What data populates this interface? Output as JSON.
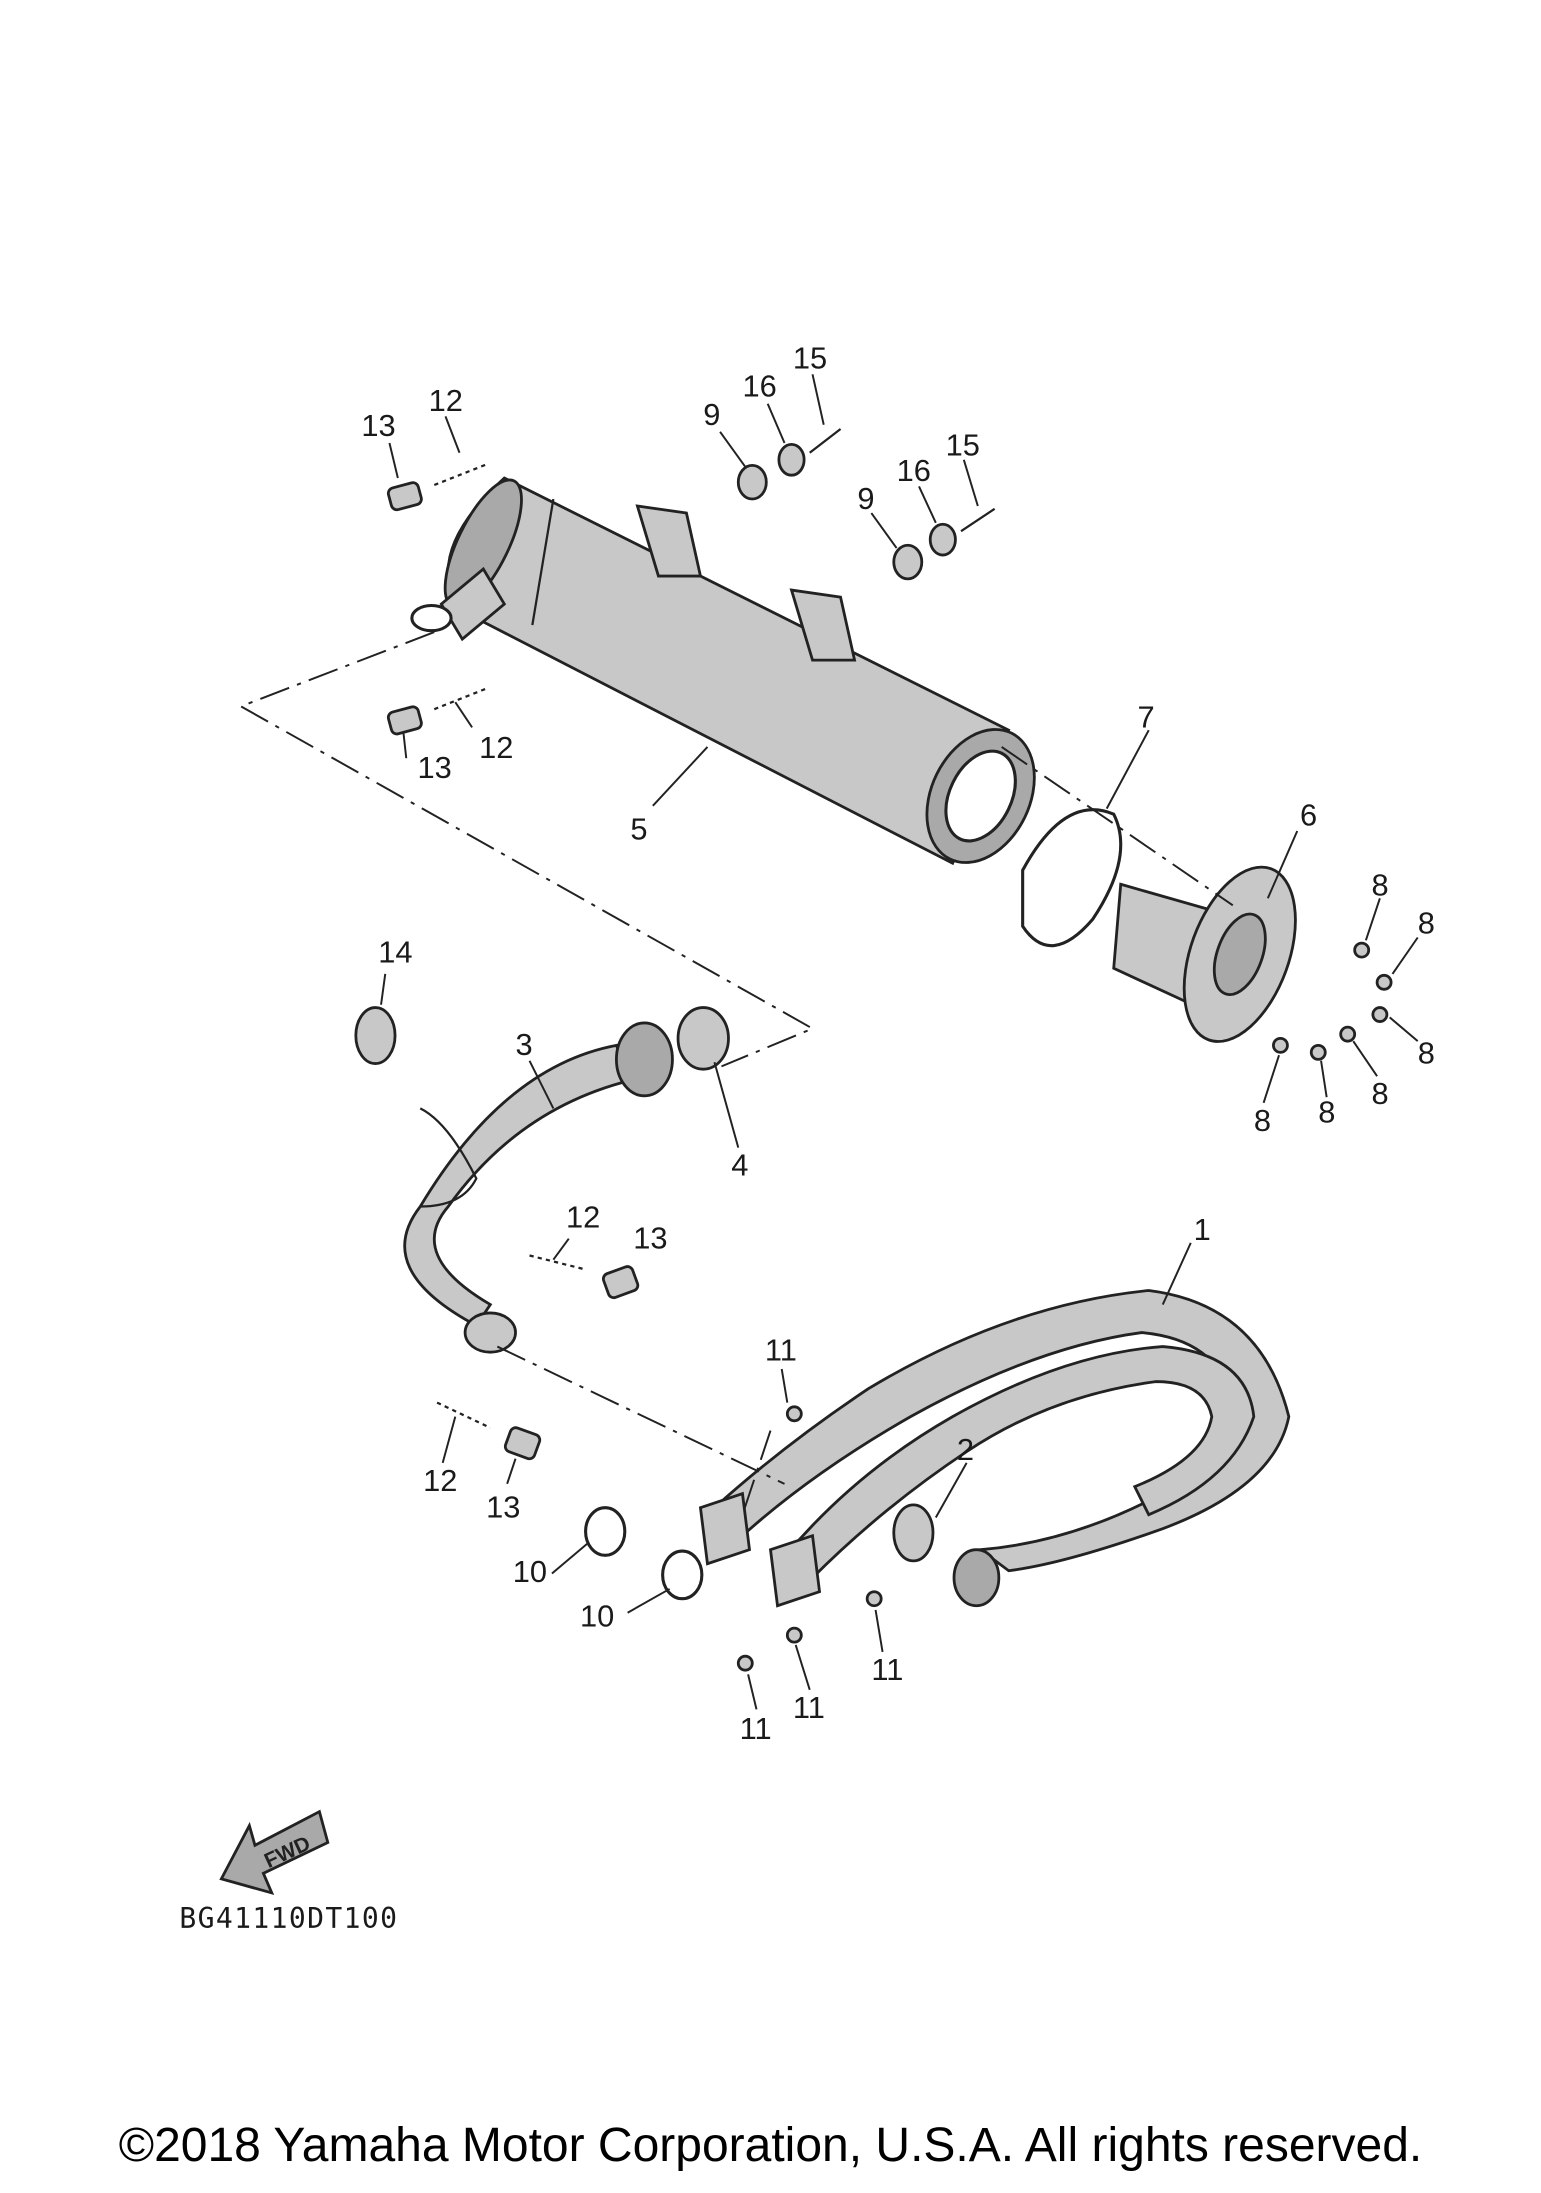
{
  "diagram": {
    "callouts": [
      {
        "id": "c-1",
        "text": "1"
      },
      {
        "id": "c-2",
        "text": "2"
      },
      {
        "id": "c-3",
        "text": "3"
      },
      {
        "id": "c-4",
        "text": "4"
      },
      {
        "id": "c-5",
        "text": "5"
      },
      {
        "id": "c-6",
        "text": "6"
      },
      {
        "id": "c-7",
        "text": "7"
      },
      {
        "id": "c-8",
        "text": "8"
      },
      {
        "id": "c-9",
        "text": "9"
      },
      {
        "id": "c-10",
        "text": "10"
      },
      {
        "id": "c-11",
        "text": "11"
      },
      {
        "id": "c-12",
        "text": "12"
      },
      {
        "id": "c-13",
        "text": "13"
      },
      {
        "id": "c-14",
        "text": "14"
      },
      {
        "id": "c-15",
        "text": "15"
      },
      {
        "id": "c-16",
        "text": "16"
      }
    ],
    "fwd_label": "FWD",
    "diagram_code": "BG41110DT100"
  },
  "footer": {
    "copyright": "©2018 Yamaha Motor Corporation, U.S.A. All rights reserved."
  }
}
